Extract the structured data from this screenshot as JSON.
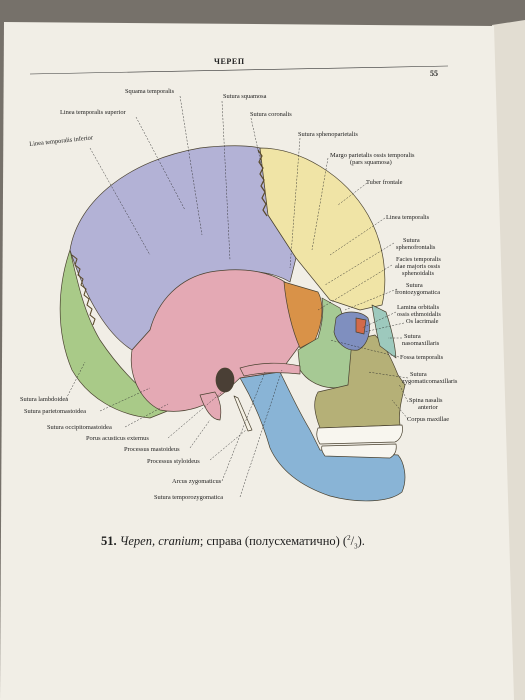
{
  "header": {
    "title": "ЧЕРЕП",
    "page_number": "55"
  },
  "caption": {
    "number": "51.",
    "text_italic": "Череп, cranium",
    "text_rest": "; справа (полусхематично) (",
    "ratio_num": "2",
    "ratio_den": "3",
    "text_end": ")."
  },
  "labels": [
    "Squama temporalis",
    "Sutura squamosa",
    "Linea temporalis superior",
    "Sutura coronalis",
    "Linea temporalis inferior",
    "Sutura sphenoparietalis",
    "Margo  parietalis ossis temporalis",
    "(pars squamosa)",
    "Tuber frontale",
    "Linea temporalis",
    "Sutura",
    "sphenofrontalis",
    "Facies temporalis",
    "alae majoris ossis",
    "sphenoidalis",
    "Sutura",
    "frontozygomatica",
    "Lamina orbitalis",
    "ossis ethmoidalis",
    "Os lacrimale",
    "Sutura",
    "nasomaxillaris",
    "Fossa temporalis",
    "Sutura",
    "zygomaticomaxillaris",
    "Spina nasalis",
    "anterior",
    "Corpus maxillae",
    "Sutura lambdoidea",
    "Sutura parietomastoidea",
    "Sutura occipitomastoidea",
    "Porus acusticus externus",
    "Processus mastoideus",
    "Processus styloideus",
    "Arcus zygomaticus",
    "Sutura temporozygomatica"
  ],
  "colors": {
    "paper": "#f1eee6",
    "parietal": "#b3b2d6",
    "frontal": "#f0e4a6",
    "occipital": "#a9ca88",
    "temporal": "#e4a9b4",
    "sphenoid": "#d99248",
    "zygomatic": "#a6c994",
    "maxilla": "#b5b077",
    "mandible": "#89b4d6",
    "ethmoid": "#7f8fbf",
    "nasal": "#9dc9bd"
  }
}
